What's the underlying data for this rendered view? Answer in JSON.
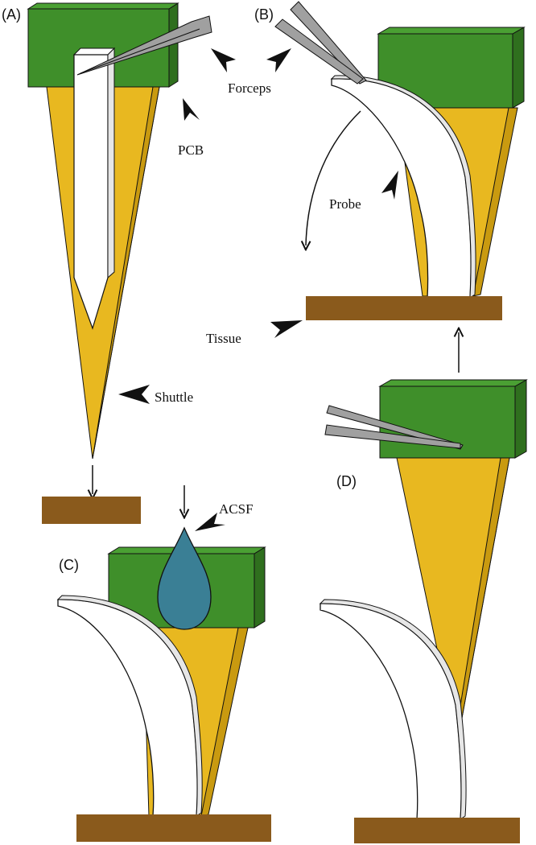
{
  "panels": {
    "a": "(A)",
    "b": "(B)",
    "c": "(C)",
    "d": "(D)"
  },
  "labels": {
    "forceps": "Forceps",
    "pcb": "PCB",
    "probe": "Probe",
    "tissue": "Tissue",
    "shuttle": "Shuttle",
    "acsf": "ACSF"
  },
  "colors": {
    "pcb_face": "#3f8f2a",
    "pcb_side": "#2f6f1e",
    "shuttle": "#e8b820",
    "shuttle_edge": "#c99a10",
    "probe": "#ffffff",
    "tissue": "#8a5a1c",
    "forceps": "#a0a0a0",
    "acsf_drop": "#3a7f95",
    "outline": "#111111"
  }
}
